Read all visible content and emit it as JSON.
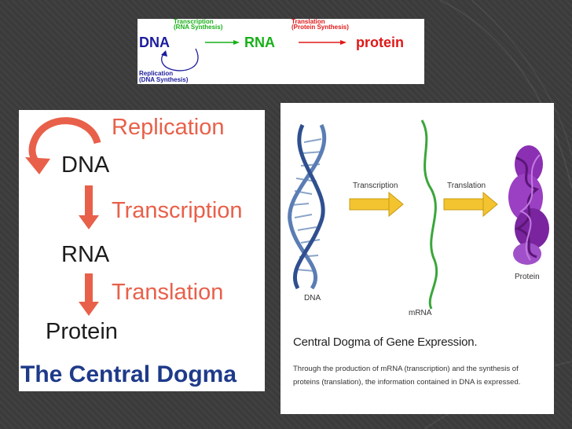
{
  "colors": {
    "background": "#3b3b3b",
    "top_green": "#18b018",
    "top_red": "#e01818",
    "top_blue": "#1c1c9c",
    "left_orange": "#e8604a",
    "left_title_blue": "#1e3a8a",
    "arrow_yellow": "#f4c430",
    "mrna_green": "#3aa63a",
    "protein_purple": "#8b2fb3"
  },
  "top_diagram": {
    "transcription_caption": "Transcription",
    "transcription_sub": "(RNA Synthesis)",
    "translation_caption": "Translation",
    "translation_sub": "(Protein Synthesis)",
    "dna": "DNA",
    "rna": "RNA",
    "protein": "protein",
    "replication_caption": "Replication",
    "replication_sub": "(DNA Synthesis)"
  },
  "left_panel": {
    "replication": "Replication",
    "dna": "DNA",
    "transcription": "Transcription",
    "rna": "RNA",
    "translation": "Translation",
    "protein": "Protein",
    "title": "The Central Dogma"
  },
  "right_panel": {
    "transcription": "Transcription",
    "translation": "Translation",
    "dna_label": "DNA",
    "mrna_label": "mRNA",
    "protein_label": "Protein",
    "caption_title": "Central Dogma of Gene Expression.",
    "caption_body": "Through the production of mRNA (transcription) and the synthesis of proteins (translation), the information contained in DNA is expressed."
  }
}
